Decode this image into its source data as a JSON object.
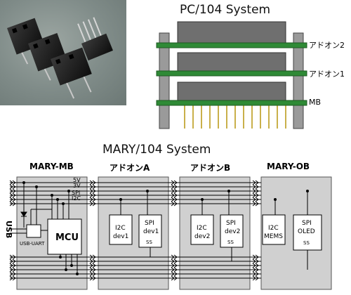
{
  "pc104": {
    "title": "PC/104 System",
    "labels": {
      "addon2": "アドオン2",
      "addon1": "アドオン1",
      "mb": "MB"
    }
  },
  "mary104": {
    "title": "MARY/104 System",
    "blocks": {
      "mb": "MARY-MB",
      "addon_a": "アドオンA",
      "addon_b": "アドオンB",
      "ob": "MARY-OB"
    },
    "bus_labels": {
      "v5": "5V",
      "v3": "3V",
      "spi": "SPI",
      "i2c": "I2C"
    },
    "usb": "USB",
    "usb_uart": "USB-UART",
    "mcu": "MCU",
    "devices": {
      "a_i2c": [
        "I2C",
        "dev1"
      ],
      "a_spi": [
        "SPI",
        "dev1",
        "SS"
      ],
      "b_i2c": [
        "I2C",
        "dev2"
      ],
      "b_spi": [
        "SPI",
        "dev2",
        "SS"
      ],
      "ob_i2c": [
        "I2C",
        "MEMS"
      ],
      "ob_spi": [
        "SPI",
        "OLED",
        "SS"
      ]
    }
  },
  "colors": {
    "board_green": "#2f8a36",
    "board_gray": "#6f6f6f",
    "pin_gold": "#c9b04a",
    "block_gray": "#d0d0d0"
  }
}
